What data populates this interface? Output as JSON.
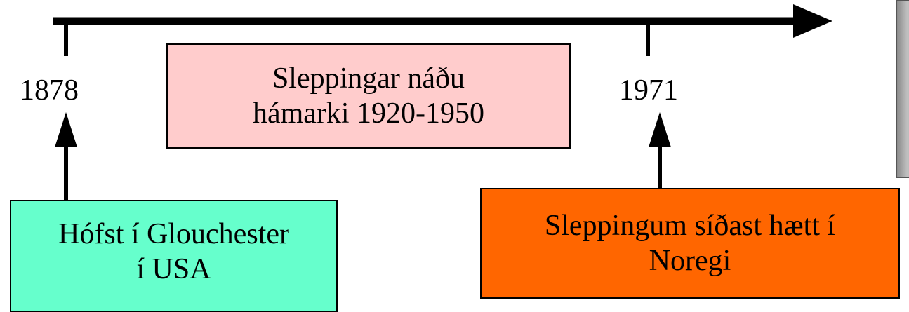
{
  "colors": {
    "line": "#000000",
    "box_start_fill": "#66ffcc",
    "box_peak_fill": "#ffcccc",
    "box_end_fill": "#ff6600"
  },
  "timeline": {
    "start_year": "1878",
    "end_year": "1971"
  },
  "boxes": {
    "start": {
      "line1": "Hófst í Glouchester",
      "line2": "í USA"
    },
    "peak": {
      "line1": "Sleppingar náðu",
      "line2": "hámarki 1920-1950"
    },
    "end": {
      "line1": "Sleppingum síðast hætt í",
      "line2": "Noregi"
    }
  },
  "side_image": {
    "icon": "photo-fragment"
  }
}
